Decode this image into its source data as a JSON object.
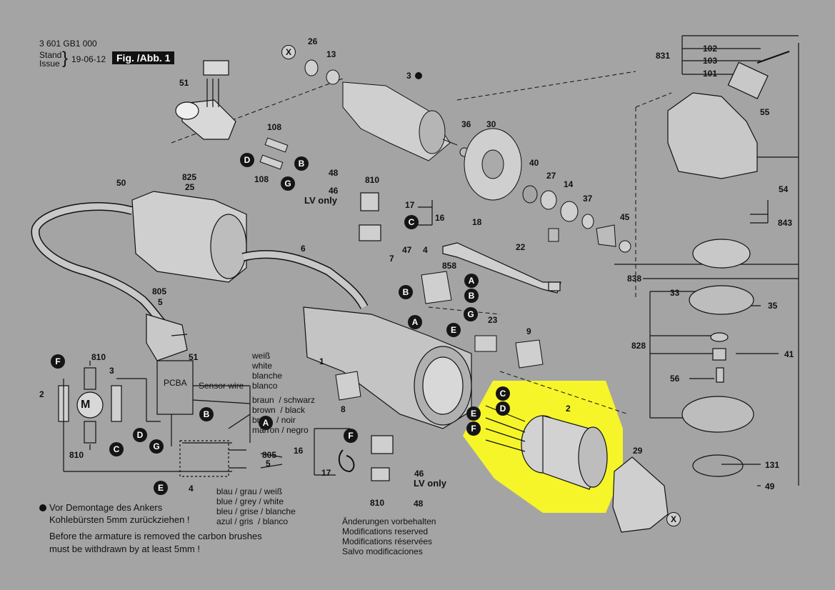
{
  "header": {
    "doc_number": "3 601 GB1 000",
    "stand_label": "Stand",
    "issue_label": "Issue",
    "date": "19-06-12",
    "figure": "Fig. /Abb. 1"
  },
  "part_numbers": {
    "p26": "26",
    "p13": "13",
    "p3": "3",
    "p51": "51",
    "p108a": "108",
    "p108b": "108",
    "p36": "36",
    "p30": "30",
    "p40": "40",
    "p27": "27",
    "p14": "14",
    "p37": "37",
    "p45": "45",
    "p48": "48",
    "p46": "46",
    "p810": "810",
    "p17": "17",
    "p16": "16",
    "p18": "18",
    "p22": "22",
    "p50": "50",
    "p825": "825",
    "p25": "25",
    "p6": "6",
    "p7": "7",
    "p47": "47",
    "p4": "4",
    "p858": "858",
    "p23": "23",
    "p9": "9",
    "p805": "805",
    "p5": "5",
    "p1": "1",
    "p8": "8",
    "p2": "2",
    "p29": "29",
    "p16b": "16",
    "p17b": "17",
    "p46b": "46",
    "p810b": "810",
    "p48b": "48",
    "p831": "831",
    "p102": "102",
    "p103": "103",
    "p101": "101",
    "p55": "55",
    "p54": "54",
    "p843": "843",
    "p838": "838",
    "p33": "33",
    "p35": "35",
    "p828": "828",
    "p41": "41",
    "p56": "56",
    "p131": "131",
    "p49": "49",
    "w810a": "810",
    "w3": "3",
    "w2": "2",
    "w810b": "810",
    "w51": "51",
    "w4": "4",
    "w805": "805",
    "w5": "5"
  },
  "labels": {
    "lv_only_1": "LV only",
    "lv_only_2": "LV only",
    "pcba": "PCBA",
    "sensor_wire": "Sensor wire",
    "motor": "M",
    "wire_white": [
      "weiß",
      "white",
      "blanche",
      "blanco"
    ],
    "wire_brown": [
      "braun  / schwarz",
      "brown  / black",
      "brun   / noir",
      "marron / negro"
    ],
    "wire_blue": [
      "blau / grau / weiß",
      "blue / grey / white",
      "bleu / grise / blanche",
      "azul / gris  / blanco"
    ],
    "note_de": [
      "Vor Demontage des Ankers",
      "Kohlebürsten 5mm zurückziehen !"
    ],
    "note_en": [
      "Before the armature is removed the carbon brushes",
      "must be withdrawn by at least 5mm !"
    ],
    "modifications": [
      "Änderungen vorbehalten",
      "Modifications reserved",
      "Modifications réservées",
      "Salvo modificaciones"
    ]
  },
  "markers": {
    "x": "X",
    "a": "A",
    "b": "B",
    "c": "C",
    "d": "D",
    "e": "E",
    "f": "F",
    "g": "G"
  },
  "highlight_color": "#f5f52a"
}
